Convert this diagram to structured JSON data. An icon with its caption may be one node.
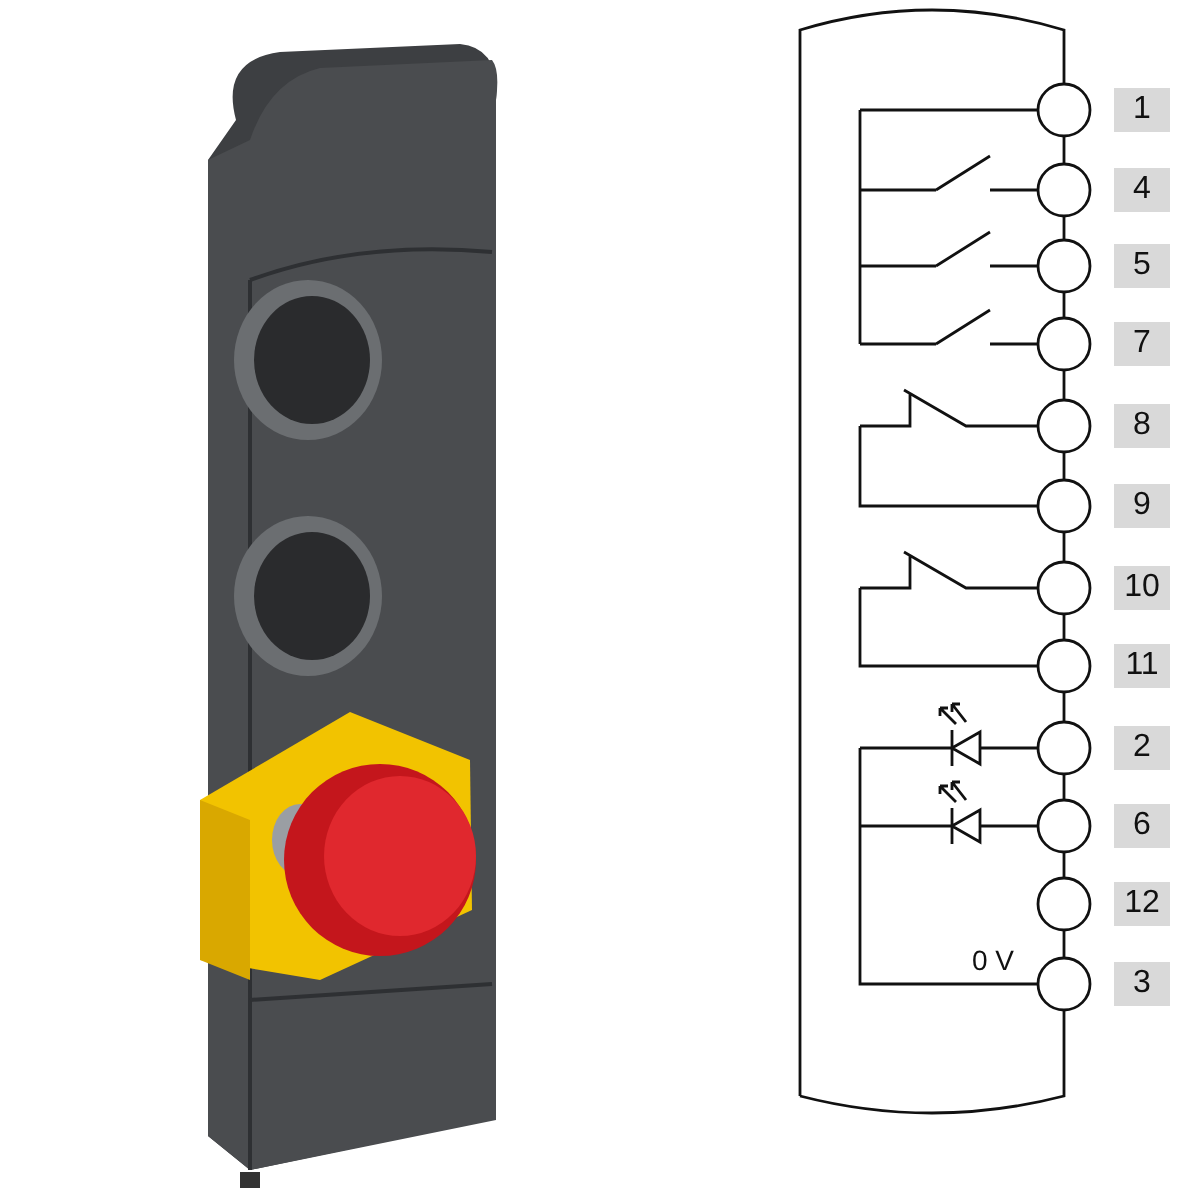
{
  "diagram": {
    "nodes": [
      {
        "text": [
          "1"
        ]
      },
      {
        "text": [
          "4"
        ]
      },
      {
        "text": [
          "5"
        ]
      },
      {
        "text": [
          "7"
        ]
      },
      {
        "text": [
          "8"
        ]
      },
      {
        "text": [
          "9"
        ]
      },
      {
        "text": [
          "10"
        ]
      },
      {
        "text": [
          "11"
        ]
      },
      {
        "text": [
          "2"
        ]
      },
      {
        "text": [
          "6"
        ]
      },
      {
        "text": [
          "12"
        ]
      },
      {
        "text": [
          "3"
        ]
      }
    ],
    "labels": [
      "0 V"
    ]
  }
}
